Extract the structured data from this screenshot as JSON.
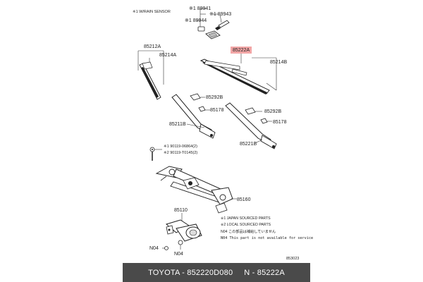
{
  "header_note": "※1 W/RAIN SENSOR",
  "parts": {
    "p89941": "※1 89941",
    "p89943": "※1 89943",
    "p89944": "※1 89944",
    "p85212A": "85212A",
    "p85214A": "85214A",
    "p85222A": "85222A",
    "p85214B": "85214B",
    "p85292B_top": "85292B",
    "p85178_left": "85178",
    "p85292B_right": "85292B",
    "p85211B": "85211B",
    "p85178_right": "85178",
    "p85221B": "85221B",
    "p90119_06864": "※1 90119-06864(2)",
    "p90119_T0145": "※2 90119-T0145(2)",
    "p85160": "85160",
    "p85110": "85110",
    "n04_left": "N04",
    "n04_bottom": "N04"
  },
  "notes": [
    "※1 JAPAN SOURCED PARTS",
    "※2 LOCAL SOURCED PARTS",
    "N04 この部品は補給していません",
    "N04 This part is not available for service"
  ],
  "diagram_code": "853023",
  "highlight_color": "#f2a6a6",
  "footer": {
    "left": "TOYOTA - 852220D080",
    "right": "N - 85222A"
  }
}
